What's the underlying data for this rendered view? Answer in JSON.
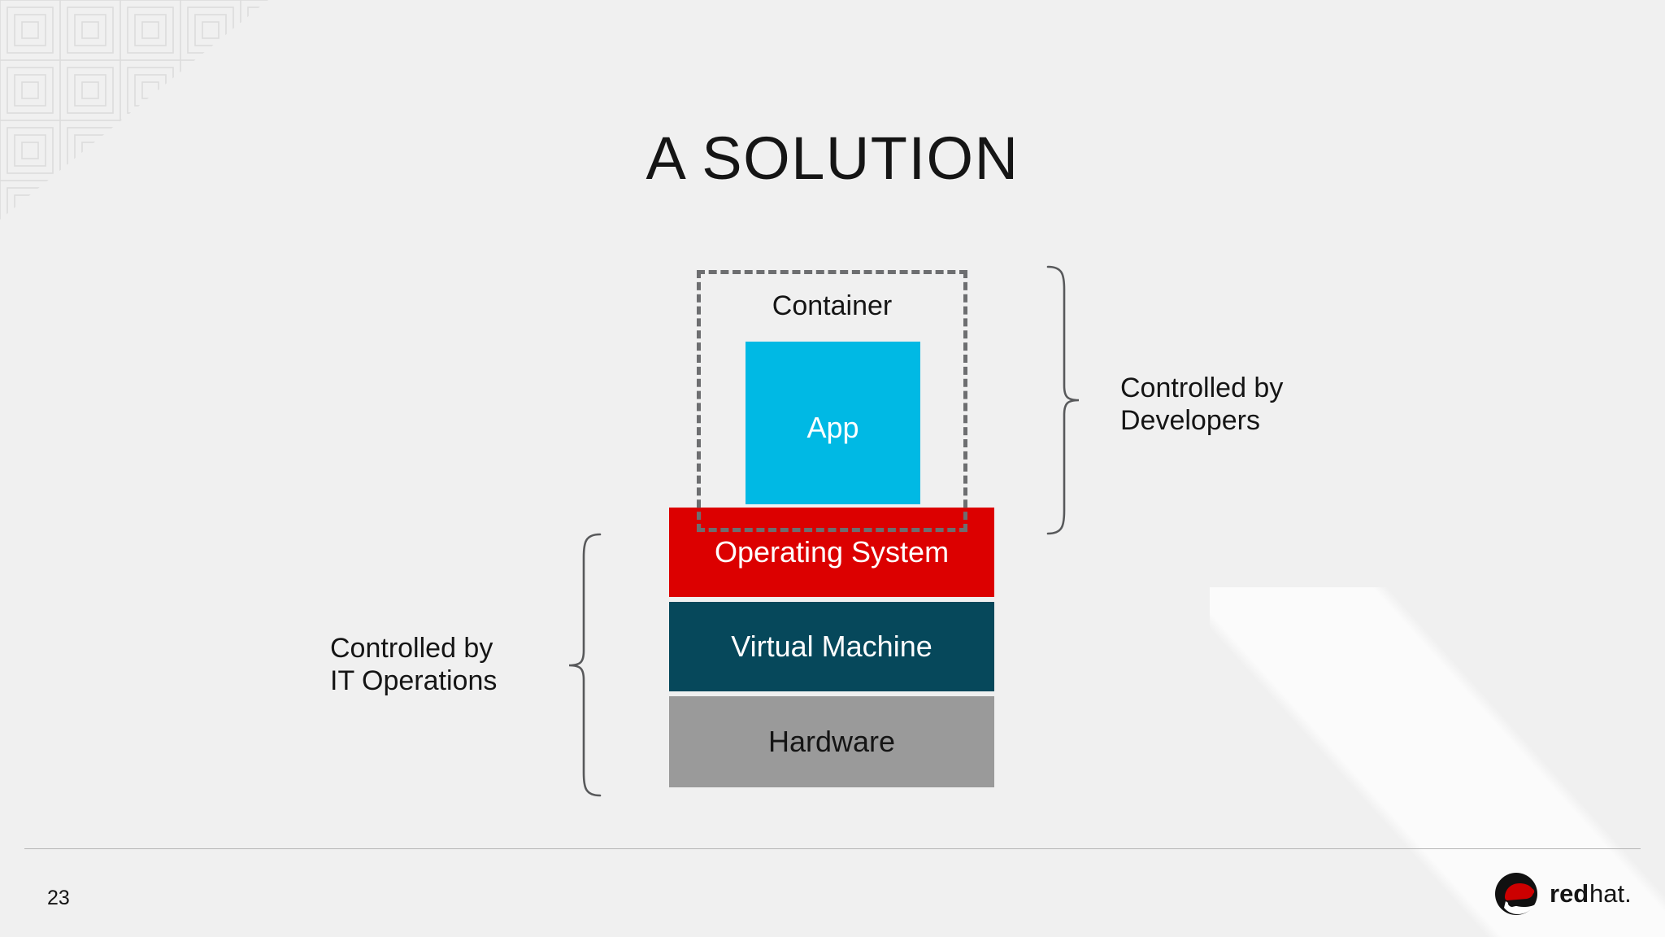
{
  "slide": {
    "title": "A SOLUTION",
    "page_number": "23",
    "background_color": "#f0f0f0"
  },
  "diagram": {
    "container": {
      "label": "Container",
      "border_style": "dashed",
      "border_color": "#6d6e70"
    },
    "layers": [
      {
        "label": "App",
        "color": "#00b9e4",
        "text_color": "#ffffff"
      },
      {
        "label": "Operating System",
        "color": "#dc0000",
        "text_color": "#ffffff"
      },
      {
        "label": "Virtual Machine",
        "color": "#06485b",
        "text_color": "#ffffff"
      },
      {
        "label": "Hardware",
        "color": "#9a9a9a",
        "text_color": "#151515"
      }
    ],
    "annotations": [
      {
        "id": "developers",
        "line1": "Controlled by",
        "line2": "Developers",
        "brace": "right-facing"
      },
      {
        "id": "it-operations",
        "line1": "Controlled by",
        "line2": "IT Operations",
        "brace": "left-facing"
      }
    ]
  },
  "branding": {
    "logo_red": "red",
    "logo_hat": "hat",
    "logo_dot": ".",
    "brand_color": "#cc0000"
  }
}
